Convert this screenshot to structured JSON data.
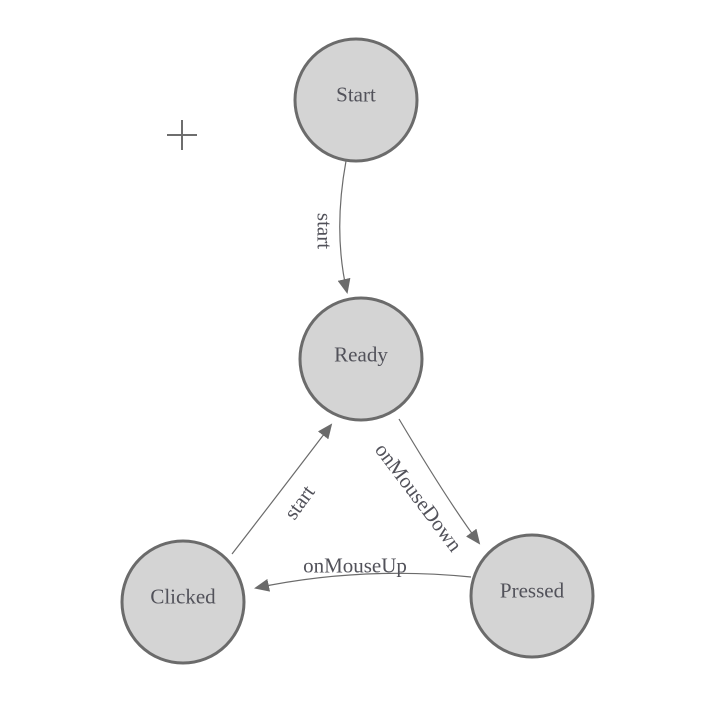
{
  "diagram": {
    "type": "finite-state-machine",
    "background": "#ffffff",
    "colors": {
      "node_fill": "#d4d4d4",
      "node_stroke": "#6b6b6b",
      "edge_stroke": "#6b6b6b",
      "label_text": "#52525a",
      "plus_marker": "#6e6e6e"
    },
    "nodes": [
      {
        "id": "start",
        "label": "Start"
      },
      {
        "id": "ready",
        "label": "Ready"
      },
      {
        "id": "clicked",
        "label": "Clicked"
      },
      {
        "id": "pressed",
        "label": "Pressed"
      }
    ],
    "edges": [
      {
        "from": "start",
        "to": "ready",
        "label": "start"
      },
      {
        "from": "ready",
        "to": "pressed",
        "label": "onMouseDown"
      },
      {
        "from": "pressed",
        "to": "clicked",
        "label": "onMouseUp"
      },
      {
        "from": "clicked",
        "to": "ready",
        "label": "start"
      }
    ]
  }
}
